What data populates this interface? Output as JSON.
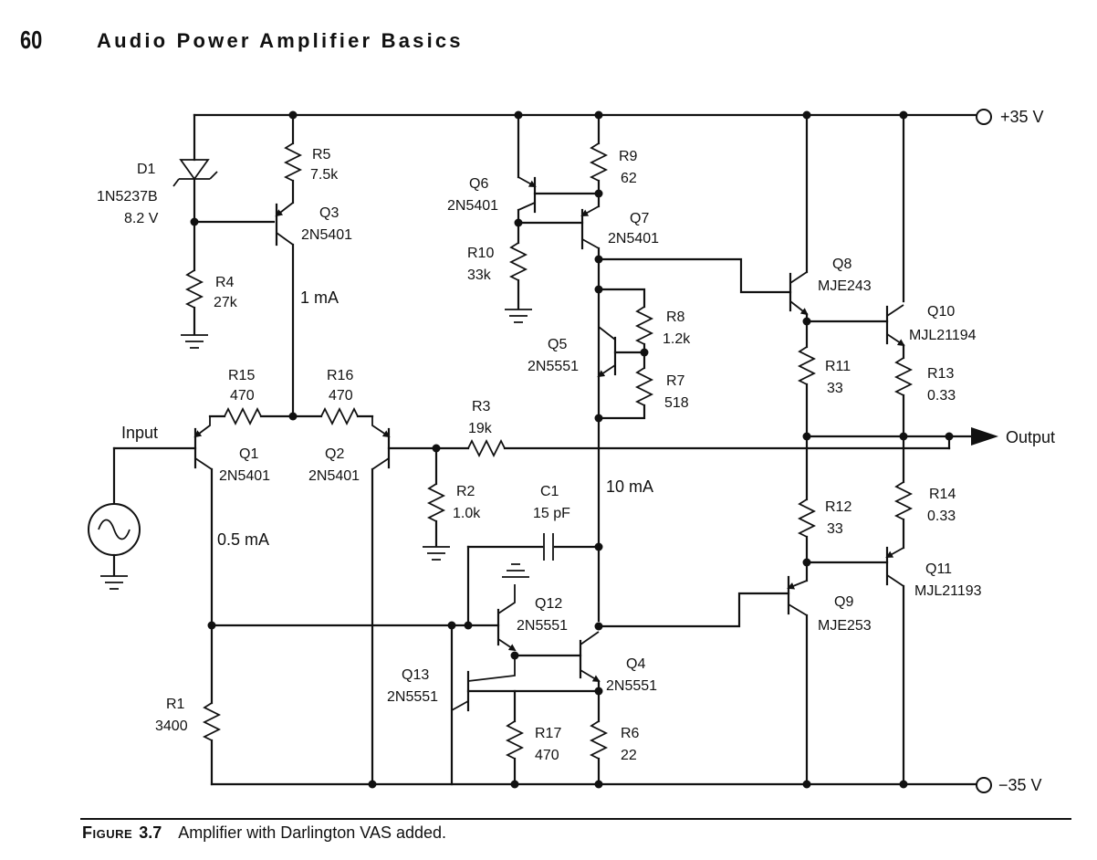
{
  "header": {
    "page_number": "60",
    "running_title": "Audio Power Amplifier Basics"
  },
  "figure": {
    "label": "Figure",
    "number": "3.7",
    "caption": "Amplifier with Darlington VAS added."
  },
  "rails": {
    "positive": "+35 V",
    "negative": "−35 V"
  },
  "signals": {
    "input": "Input",
    "output": "Output"
  },
  "currents": {
    "ltp_tail": "1 mA",
    "input_bias": "0.5 mA",
    "vas": "10 mA"
  },
  "components": {
    "D1": {
      "ref": "D1",
      "value": "1N5237B",
      "value2": "8.2 V"
    },
    "R1": {
      "ref": "R1",
      "value": "3400"
    },
    "R2": {
      "ref": "R2",
      "value": "1.0k"
    },
    "R3": {
      "ref": "R3",
      "value": "19k"
    },
    "R4": {
      "ref": "R4",
      "value": "27k"
    },
    "R5": {
      "ref": "R5",
      "value": "7.5k"
    },
    "R6": {
      "ref": "R6",
      "value": "22"
    },
    "R7": {
      "ref": "R7",
      "value": "518"
    },
    "R8": {
      "ref": "R8",
      "value": "1.2k"
    },
    "R9": {
      "ref": "R9",
      "value": "62"
    },
    "R10": {
      "ref": "R10",
      "value": "33k"
    },
    "R11": {
      "ref": "R11",
      "value": "33"
    },
    "R12": {
      "ref": "R12",
      "value": "33"
    },
    "R13": {
      "ref": "R13",
      "value": "0.33"
    },
    "R14": {
      "ref": "R14",
      "value": "0.33"
    },
    "R15": {
      "ref": "R15",
      "value": "470"
    },
    "R16": {
      "ref": "R16",
      "value": "470"
    },
    "R17": {
      "ref": "R17",
      "value": "470"
    },
    "C1": {
      "ref": "C1",
      "value": "15 pF"
    },
    "Q1": {
      "ref": "Q1",
      "value": "2N5401"
    },
    "Q2": {
      "ref": "Q2",
      "value": "2N5401"
    },
    "Q3": {
      "ref": "Q3",
      "value": "2N5401"
    },
    "Q4": {
      "ref": "Q4",
      "value": "2N5551"
    },
    "Q5": {
      "ref": "Q5",
      "value": "2N5551"
    },
    "Q6": {
      "ref": "Q6",
      "value": "2N5401"
    },
    "Q7": {
      "ref": "Q7",
      "value": "2N5401"
    },
    "Q8": {
      "ref": "Q8",
      "value": "MJE243"
    },
    "Q9": {
      "ref": "Q9",
      "value": "MJE253"
    },
    "Q10": {
      "ref": "Q10",
      "value": "MJL21194"
    },
    "Q11": {
      "ref": "Q11",
      "value": "MJL21193"
    },
    "Q12": {
      "ref": "Q12",
      "value": "2N5551"
    },
    "Q13": {
      "ref": "Q13",
      "value": "2N5551"
    }
  }
}
